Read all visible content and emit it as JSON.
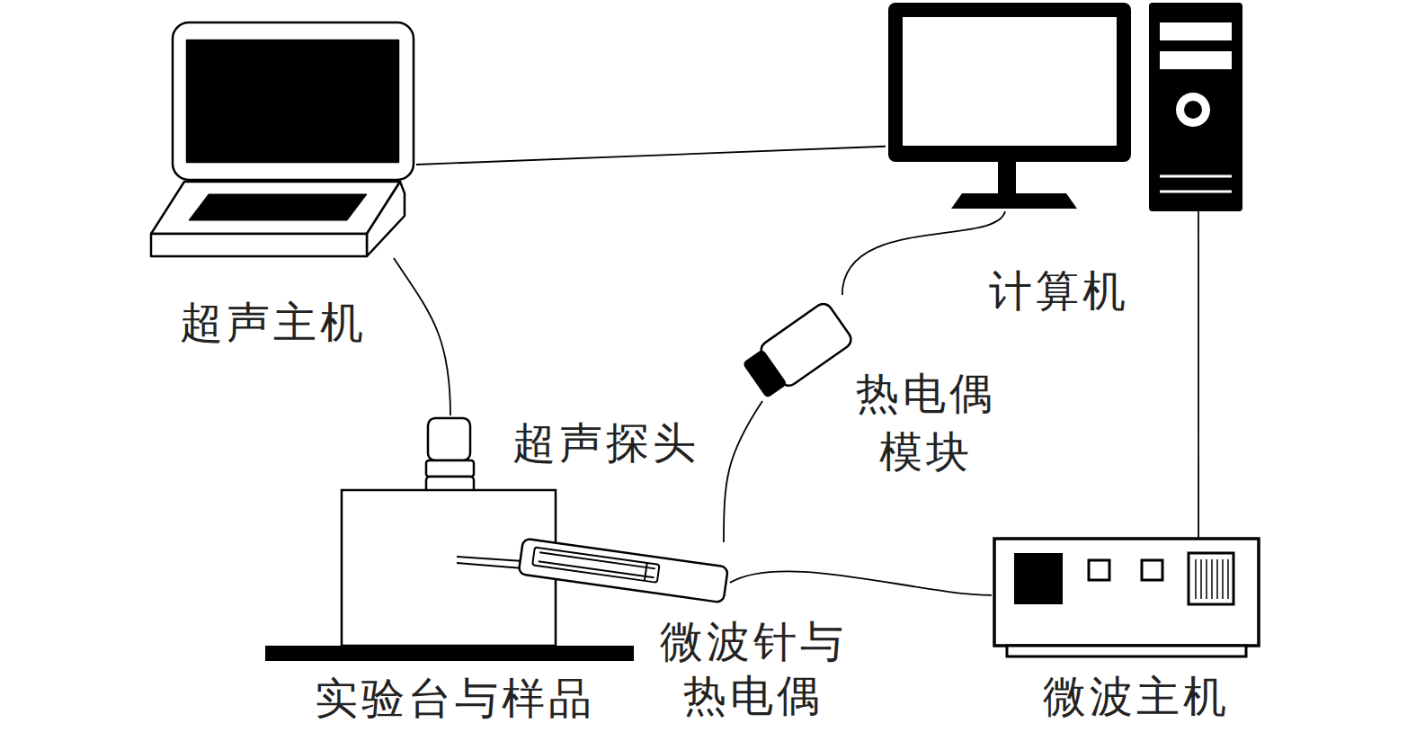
{
  "diagram": {
    "nodes": [
      {
        "text": [
          "超声主机"
        ]
      },
      {
        "text": [
          "计算机"
        ]
      },
      {
        "text": [
          "热电偶模块"
        ]
      },
      {
        "text": [
          "超声探头"
        ]
      },
      {
        "text": [
          "实验台与样品"
        ]
      },
      {
        "text": [
          "微波针与热电偶"
        ]
      },
      {
        "text": [
          "微波主机"
        ]
      }
    ],
    "edges": [
      {
        "from": 0,
        "to": 1,
        "arrow": "none"
      },
      {
        "from": 0,
        "to": 3,
        "arrow": "none"
      },
      {
        "from": 1,
        "to": 2,
        "arrow": "none"
      },
      {
        "from": 1,
        "to": 6,
        "arrow": "none"
      },
      {
        "from": 2,
        "to": 5,
        "arrow": "none"
      },
      {
        "from": 5,
        "to": 6,
        "arrow": "none"
      }
    ]
  }
}
